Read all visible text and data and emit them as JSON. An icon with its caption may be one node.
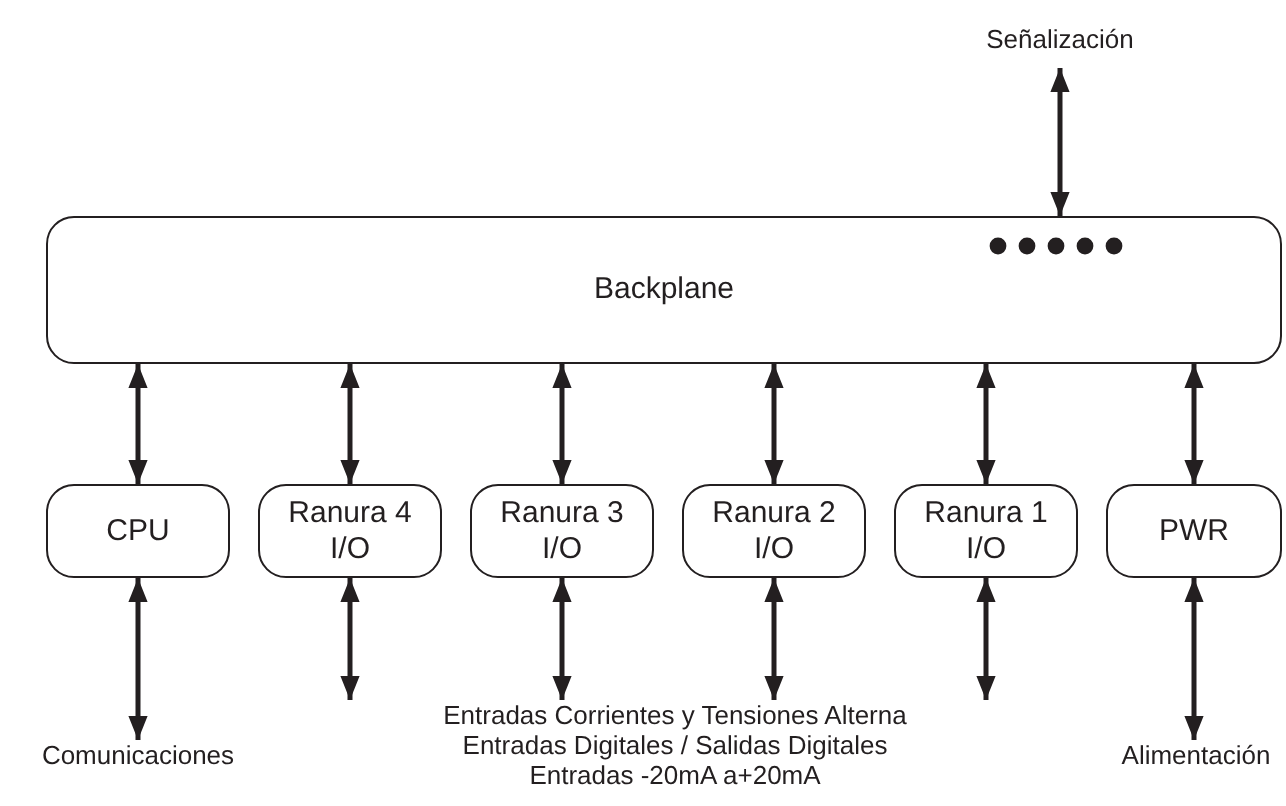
{
  "diagram": {
    "nodes": [
      {
        "text": [
          "Señalización"
        ]
      },
      {
        "text": [
          "Backplane"
        ]
      },
      {
        "text": [
          "CPU"
        ]
      },
      {
        "text": [
          "Ranura 4 I/O"
        ]
      },
      {
        "text": [
          "Ranura 3 I/O"
        ]
      },
      {
        "text": [
          "Ranura 2 I/O"
        ]
      },
      {
        "text": [
          "Ranura 1 I/O"
        ]
      },
      {
        "text": [
          "PWR"
        ]
      },
      {
        "text": [
          "Comunicaciones"
        ]
      },
      {
        "text": [
          "Entradas Corrientes y Tensiones Alterna",
          "Entradas Digitales / Salidas Digitales",
          "Entradas -20mA a+20mA"
        ]
      },
      {
        "text": [
          "Alimentación"
        ]
      }
    ],
    "edges": [
      {
        "from": 0,
        "to": 1,
        "arrow": "both"
      },
      {
        "from": 1,
        "to": 2,
        "arrow": "both"
      },
      {
        "from": 1,
        "to": 3,
        "arrow": "both"
      },
      {
        "from": 1,
        "to": 4,
        "arrow": "both"
      },
      {
        "from": 1,
        "to": 5,
        "arrow": "both"
      },
      {
        "from": 1,
        "to": 6,
        "arrow": "both"
      },
      {
        "from": 1,
        "to": 7,
        "arrow": "both"
      },
      {
        "from": 2,
        "to": 8,
        "arrow": "both"
      },
      {
        "from": 3,
        "to": 9,
        "arrow": "both"
      },
      {
        "from": 4,
        "to": 9,
        "arrow": "both"
      },
      {
        "from": 5,
        "to": 9,
        "arrow": "both"
      },
      {
        "from": 6,
        "to": 9,
        "arrow": "both"
      },
      {
        "from": 7,
        "to": 10,
        "arrow": "both"
      }
    ]
  }
}
